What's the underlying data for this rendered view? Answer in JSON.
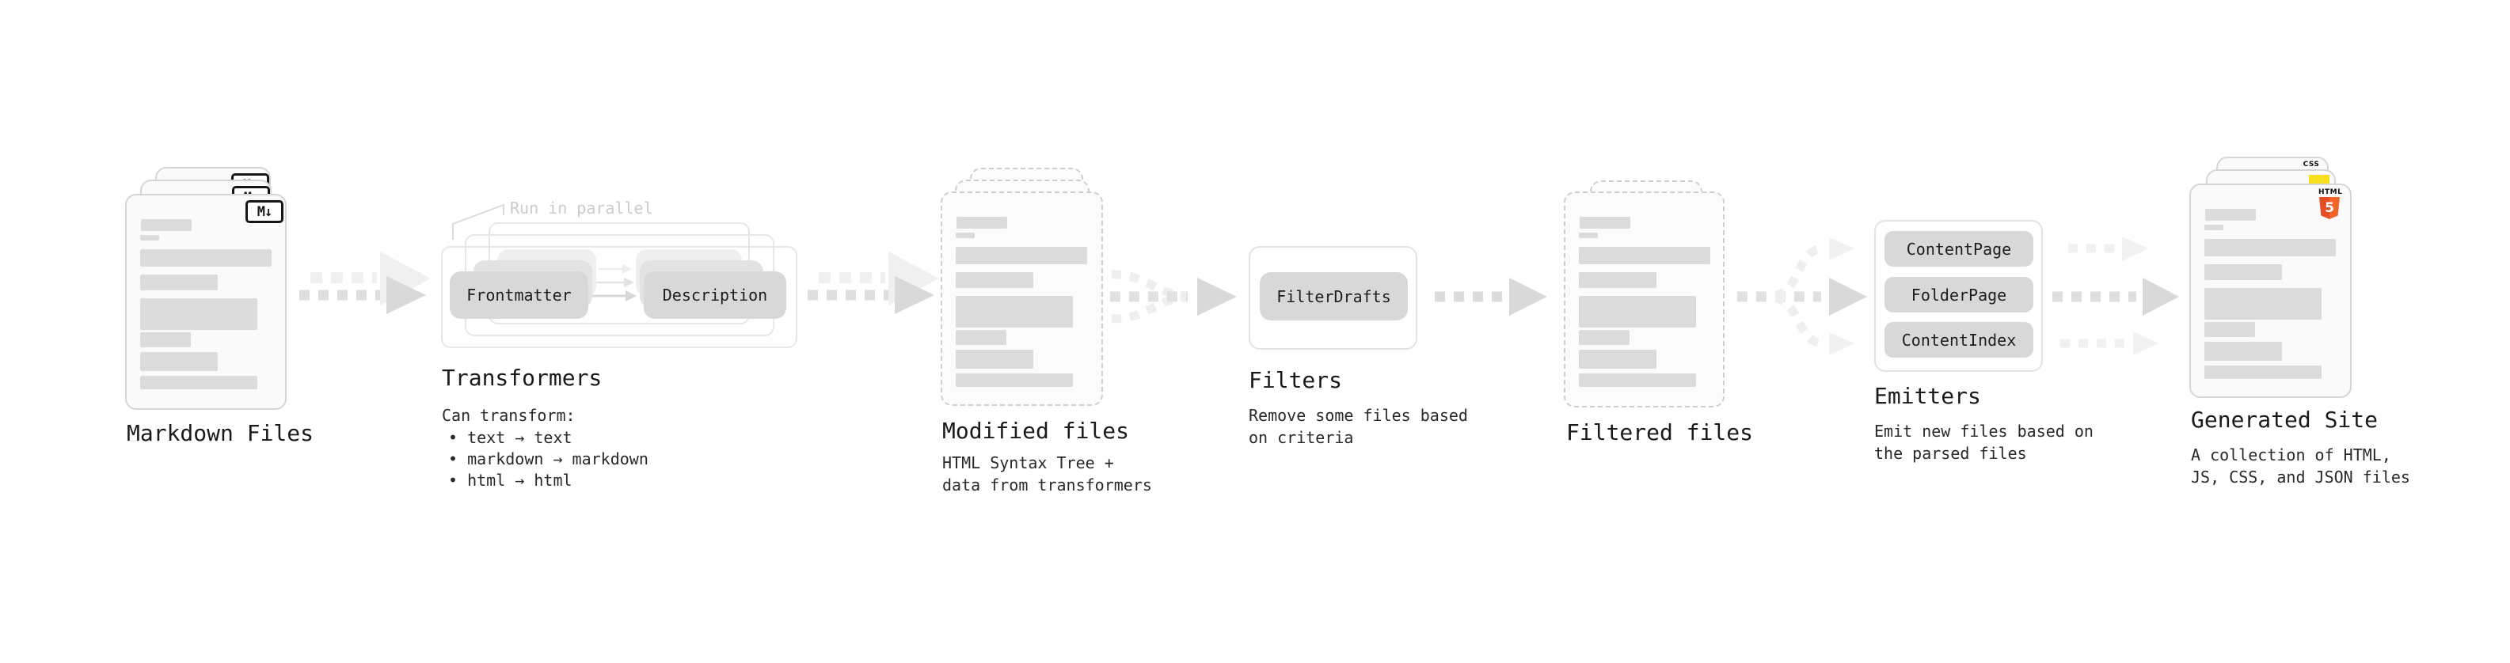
{
  "diagram": {
    "title_hint": "static site generation pipeline",
    "stages": [
      {
        "id": "markdown",
        "label": "Markdown Files",
        "badge": "M↓"
      },
      {
        "id": "transformers",
        "label": "Transformers",
        "annotation": "Run in parallel",
        "nodes": [
          "Frontmatter",
          "Description"
        ],
        "desc_intro": "Can transform:",
        "bullets": [
          "• text → text",
          "• markdown → markdown",
          "• html → html"
        ]
      },
      {
        "id": "modified",
        "label": "Modified files",
        "desc_lines": [
          "HTML Syntax Tree +",
          "data from transformers"
        ]
      },
      {
        "id": "filters",
        "label": "Filters",
        "nodes": [
          "FilterDrafts"
        ],
        "desc_lines": [
          "Remove some files based",
          "on criteria"
        ]
      },
      {
        "id": "filtered",
        "label": "Filtered files"
      },
      {
        "id": "emitters",
        "label": "Emitters",
        "nodes": [
          "ContentPage",
          "FolderPage",
          "ContentIndex"
        ],
        "desc_lines": [
          "Emit new files based on",
          "the parsed files"
        ]
      },
      {
        "id": "generated",
        "label": "Generated Site",
        "badges": {
          "html5_top": "HTML",
          "html5_number": "5",
          "css": "CSS"
        },
        "desc_lines": [
          "A collection of HTML,",
          "JS, CSS, and JSON files"
        ]
      }
    ],
    "colors": {
      "background": "#ffffff",
      "doc_fill": "#fafafa",
      "doc_border": "#d6d6d6",
      "doc_bar": "#dbdbdb",
      "node_fill": "#d8d8d8",
      "frame_border": "#e7e7e7",
      "arrow_main": "#dedede",
      "arrow_head": "#d9d9d9",
      "arrow_faint": "#f0f0f0",
      "text": "#1a1a1c",
      "annotation_text": "#cbcbcb",
      "html5_orange": "#e44d26",
      "js_yellow": "#f7df1e",
      "css_blue": "#2d53e5"
    }
  }
}
